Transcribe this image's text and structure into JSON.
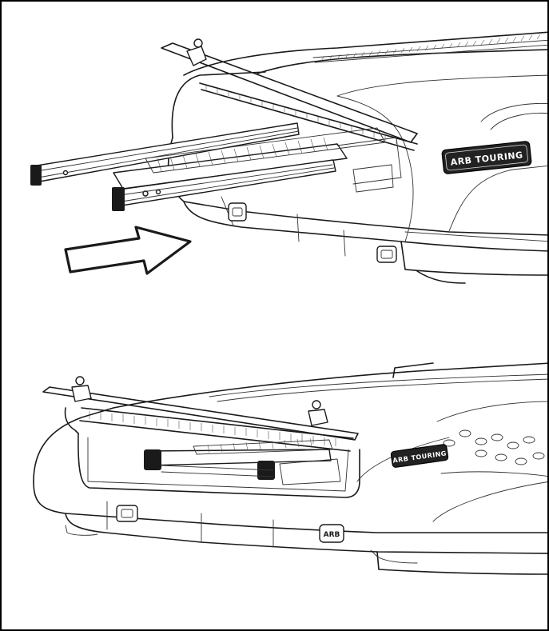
{
  "figure": {
    "top_panel": {
      "badge_text": "ARB TOURING"
    },
    "bottom_panel": {
      "badge_text": "ARB TOURING",
      "logo_text": "ARB"
    },
    "colors": {
      "line": "#1a1a1a",
      "background": "#ffffff"
    }
  }
}
